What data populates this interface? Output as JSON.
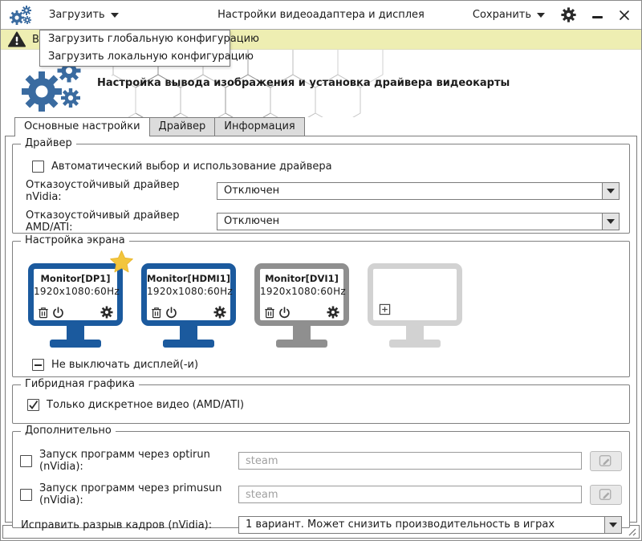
{
  "window": {
    "title": "Настройки видеоадаптера и дисплея",
    "load_menu_label": "Загрузить",
    "save_menu_label": "Сохранить"
  },
  "load_menu": {
    "items": [
      {
        "label": "Загрузить глобальную конфигурацию"
      },
      {
        "label": "Загрузить локальную конфигурацию"
      }
    ]
  },
  "warning_bar": {
    "visible_text": "В"
  },
  "banner": {
    "title": "Настройка вывода изображения и установка драйвера видеокарты"
  },
  "tabs": [
    {
      "label": "Основные настройки"
    },
    {
      "label": "Драйвер"
    },
    {
      "label": "Информация"
    }
  ],
  "driver_group": {
    "legend": "Драйвер",
    "auto_checkbox_label": "Автоматический выбор и использование драйвера",
    "nvidia_failsafe_label": "Отказоустойчивый драйвер nVidia:",
    "nvidia_failsafe_value": "Отключен",
    "amd_failsafe_label": "Отказоустойчивый драйвер AMD/ATI:",
    "amd_failsafe_value": "Отключен"
  },
  "screen_group": {
    "legend": "Настройка экрана",
    "monitors": [
      {
        "name": "Monitor[DP1]",
        "mode": "1920x1080:60Hz",
        "state": "primary"
      },
      {
        "name": "Monitor[HDMI1]",
        "mode": "1920x1080:60Hz",
        "state": "active"
      },
      {
        "name": "Monitor[DVI1]",
        "mode": "1920x1080:60Hz",
        "state": "inactive"
      },
      {
        "name": "",
        "mode": "",
        "state": "empty"
      }
    ],
    "keep_on_label": "Не выключать дисплей(-и)"
  },
  "hybrid_group": {
    "legend": "Гибридная графика",
    "discrete_only_label": "Только дискретное видео (AMD/ATI)"
  },
  "extra_group": {
    "legend": "Дополнительно",
    "optirun_label": "Запуск программ через optirun (nVidia):",
    "optirun_placeholder": "steam",
    "primusun_label": "Запуск программ через primusun (nVidia):",
    "primusun_placeholder": "steam",
    "tearing_label": "Исправить разрыв кадров (nVidia):",
    "tearing_value": "1 вариант. Может снизить производительность в играх"
  },
  "colors": {
    "accent_blue": "#1b5a9e",
    "warning_bg": "#eeeeb2",
    "star_gold": "#f2c53d",
    "monitor_gray": "#8f8f8f",
    "monitor_light": "#d2d2d2"
  }
}
